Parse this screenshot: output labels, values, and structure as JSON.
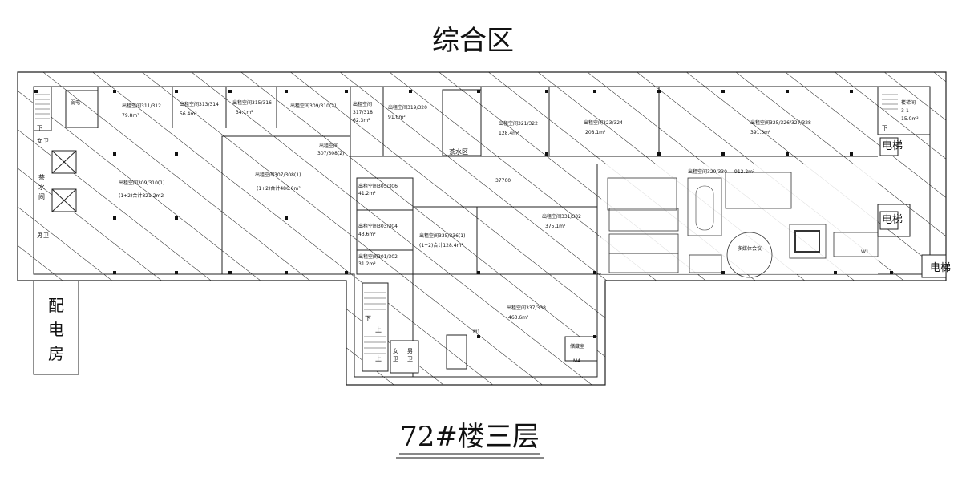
{
  "zone_title": "综合区",
  "floor_title": "72#楼三层",
  "power_room": [
    "配",
    "电",
    "房"
  ],
  "rooms": {
    "r311": "出租空间311/312",
    "r311_area": "79.8m²",
    "r313": "出租空间313/314",
    "r313_area": "56.4m²",
    "r315": "出租空间315/316",
    "r315_area": "34.1m²",
    "r309_2": "出租空间309/310(2)",
    "r317": "出租空间",
    "r317_id": "317/318",
    "r317_area": "62.3m²",
    "r319": "出租空间319/320",
    "r319_area": "91.0m²",
    "r321": "出租空间321/322",
    "r321_area": "128.4m²",
    "r323": "出租空间323/324",
    "r323_area": "208.1m²",
    "r325": "出租空间325/326/327/328",
    "r325_area": "391.3m²",
    "stair_room": "楼梯间",
    "r3_1": "3-1",
    "r3_1_area": "15.0m²",
    "r309_1": "出租空间309/310(1)",
    "r309_total": "(1+2)合计821.2m2",
    "r307_1": "出租空间307/308(1)",
    "r307_total": "(1+2)合计486.0m²",
    "r307_2_a": "出租空间",
    "r307_2_b": "307/308(2)",
    "r305": "出租空间305/306",
    "r305_area": "41.2m²",
    "r303": "出租空间303/304",
    "r303_area": "43.6m²",
    "r301": "出租空间301/302",
    "r301_area": "31.2m²",
    "r335": "出租空间335/336(1)",
    "r335_total": "(1+2)合计128.4m²",
    "r331": "出租空间331/332",
    "r331_area": "375.1m²",
    "r337": "出租空间337/338",
    "r337_area": "463.6m²",
    "r329": "出租空间329/330",
    "r329_area": "912.2m²",
    "multi_room": "多媒体会议",
    "tea_area": "茶水区",
    "tea_room": [
      "茶",
      "水",
      "间"
    ],
    "storage": "储藏室",
    "weak_elec": "弱电",
    "dim": "37700"
  },
  "symbols": {
    "elevator": "电梯",
    "toilet": "卫",
    "women": "女",
    "men": "男",
    "down": "下",
    "up": "上",
    "m1": "M1",
    "m4": "M4",
    "w1": "W1"
  }
}
